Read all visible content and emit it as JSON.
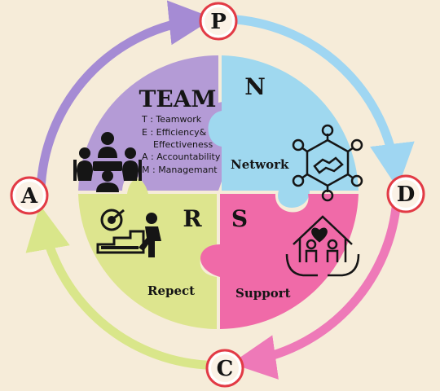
{
  "cycle": {
    "P": "P",
    "D": "D",
    "C": "C",
    "A": "A"
  },
  "team": {
    "title": "TEAM",
    "items": [
      "T : Teamwork",
      "E : Efficiency&",
      "Effectiveness",
      "A : Accountability",
      "M : Managemant"
    ]
  },
  "network": {
    "letter": "N",
    "label": "Network"
  },
  "rrespect": {
    "letter": "R",
    "label": "Repect"
  },
  "support": {
    "letter": "S",
    "label": "Support"
  },
  "colors": {
    "background": "#f6ecd9",
    "purple": "#b49bd6",
    "blue": "#9fd8ef",
    "green": "#dde58e",
    "pink": "#f06aa8",
    "badge_ring": "#e23a45",
    "arrow_purple": "#a58bd4",
    "arrow_blue": "#9fd6f2",
    "arrow_pink": "#ee79b8",
    "arrow_green": "#d9e68a"
  }
}
